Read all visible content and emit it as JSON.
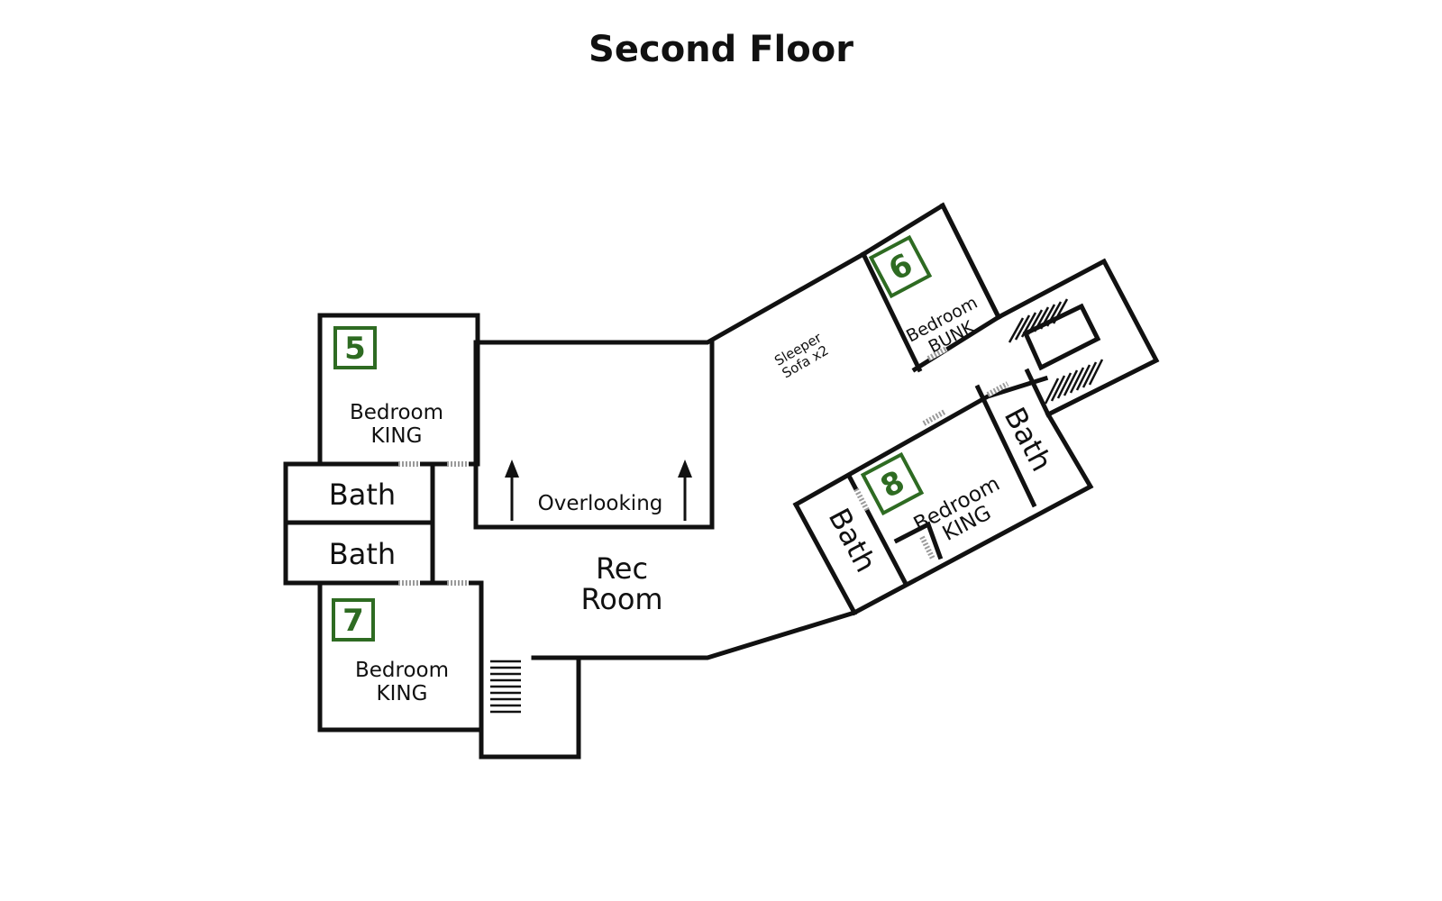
{
  "title": "Second Floor",
  "rooms": {
    "bedroom5": {
      "number": "5",
      "line1": "Bedroom",
      "line2": "KING"
    },
    "bedroom6": {
      "number": "6",
      "line1": "Bedroom",
      "line2": "BUNK"
    },
    "bedroom7": {
      "number": "7",
      "line1": "Bedroom",
      "line2": "KING"
    },
    "bedroom8": {
      "number": "8",
      "line1": "Bedroom",
      "line2": "KING"
    },
    "bath_upper_left": "Bath",
    "bath_lower_left": "Bath",
    "bath_right_upper": "Bath",
    "bath_right_lower": "Bath",
    "rec_room": {
      "line1": "Rec",
      "line2": "Room"
    },
    "overlooking": "Overlooking",
    "sleeper_sofa": {
      "line1": "Sleeper",
      "line2": "Sofa x2"
    }
  },
  "colors": {
    "badge": "#2e6b22",
    "wall": "#111111",
    "background": "#ffffff"
  },
  "icons": [
    "up-arrow-icon",
    "staircase-icon"
  ]
}
